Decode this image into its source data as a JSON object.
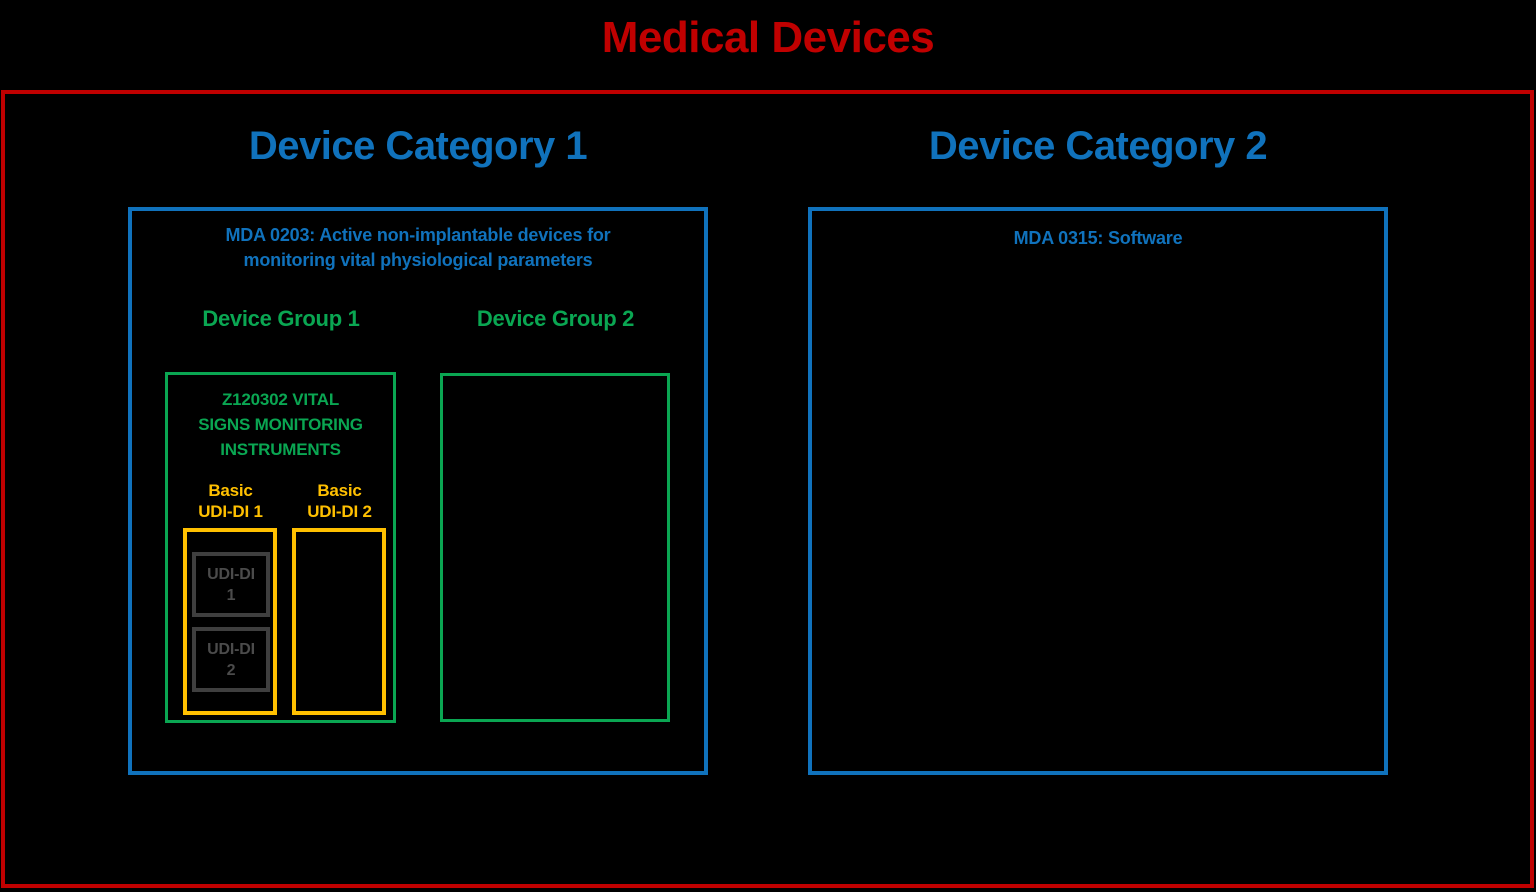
{
  "title": "Medical Devices",
  "colors": {
    "red": "#C00000",
    "blue": "#1072BC",
    "green": "#0AA652",
    "amber": "#FFC000",
    "gray": "#3F3F3F",
    "graytext": "#4B4B4B",
    "bg": "#000000"
  },
  "category1": {
    "heading": "Device Category 1",
    "label_lines": {
      "0": "MDA 0203: Active non-implantable devices for",
      "1": "monitoring vital physiological parameters"
    },
    "group1": {
      "heading": "Device Group 1",
      "label_lines": {
        "0": "Z120302 VITAL",
        "1": "SIGNS MONITORING",
        "2": "INSTRUMENTS"
      },
      "basic_udi_1": {
        "heading_lines": {
          "0": "Basic",
          "1": "UDI-DI 1"
        },
        "udi_1_lines": {
          "0": "UDI-DI",
          "1": "1"
        },
        "udi_2_lines": {
          "0": "UDI-DI",
          "1": "2"
        }
      },
      "basic_udi_2": {
        "heading_lines": {
          "0": "Basic",
          "1": "UDI-DI 2"
        }
      }
    },
    "group2": {
      "heading": "Device Group 2"
    }
  },
  "category2": {
    "heading": "Device Category 2",
    "label": "MDA 0315: Software"
  }
}
